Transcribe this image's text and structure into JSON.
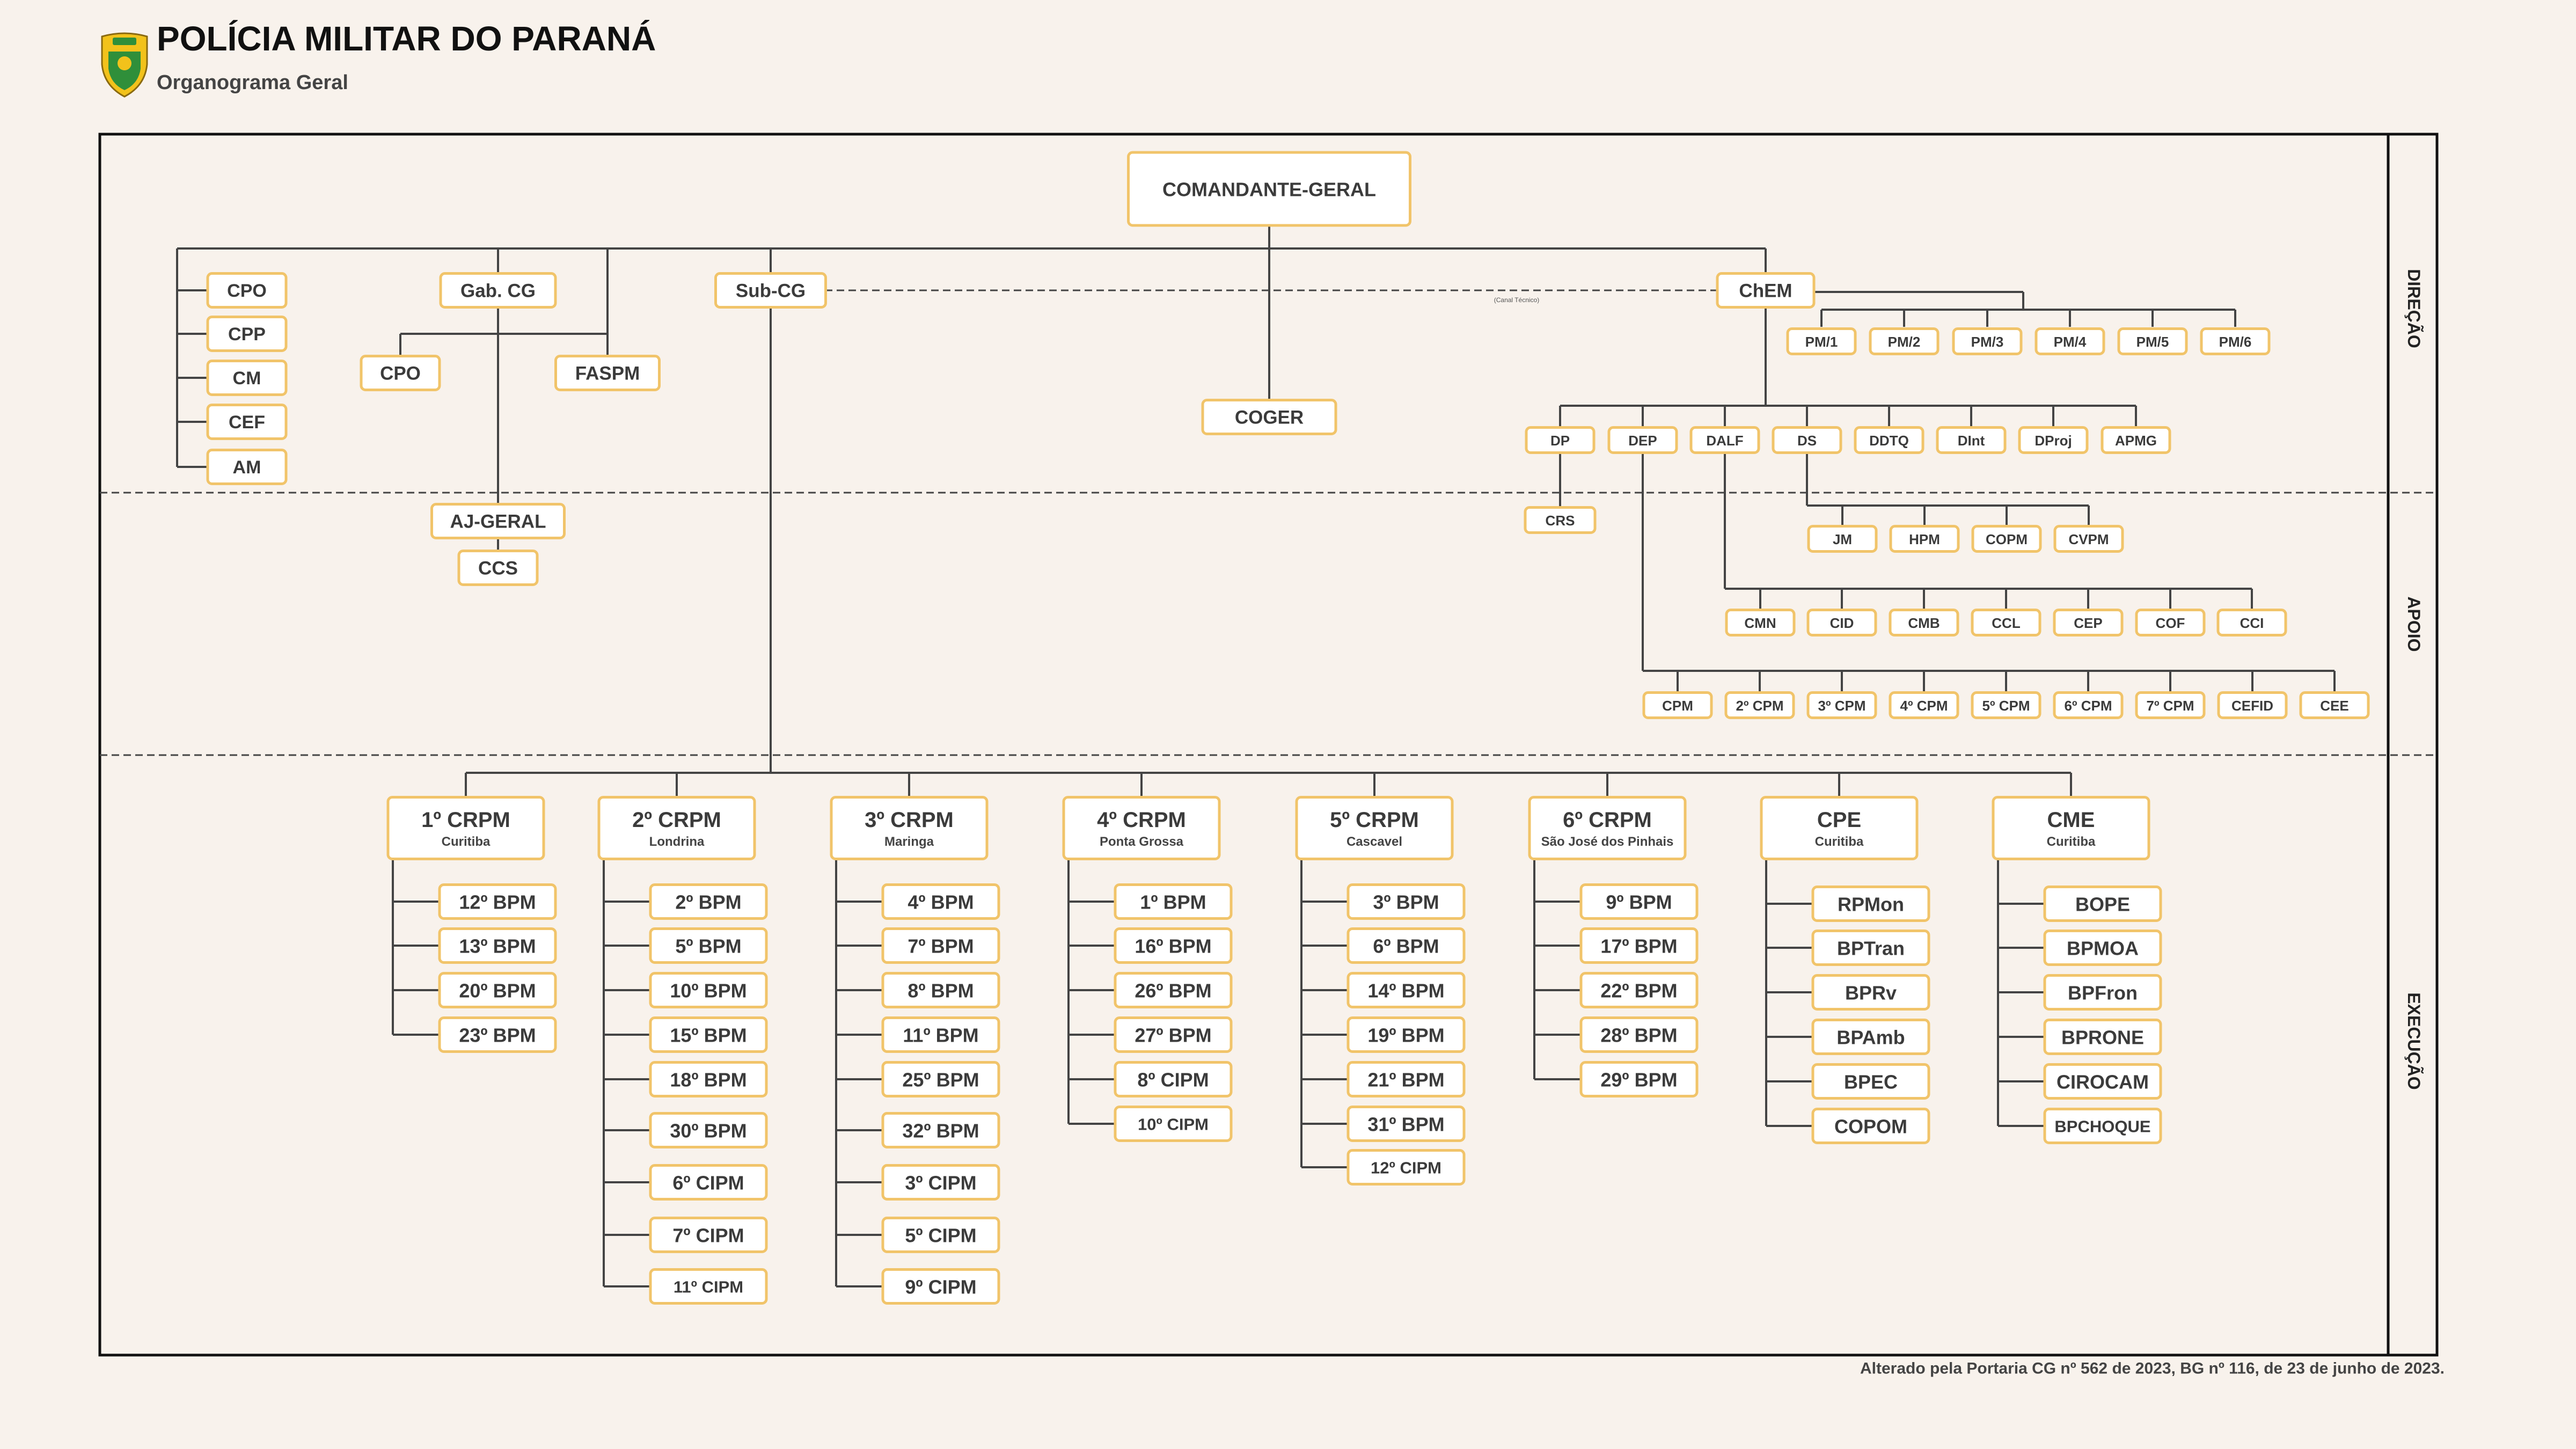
{
  "header": {
    "title": "POLÍCIA MILITAR DO PARANÁ",
    "subtitle": "Organograma Geral",
    "logo_icon": "pmpr-shield-icon"
  },
  "footer": "Alterado pela Portaria CG nº 562 de 2023, BG nº 116, de 23 de junho de 2023.",
  "sections": {
    "direcao": "DIREÇÃO",
    "apoio": "APOIO",
    "execucao": "EXECUÇÃO"
  },
  "canal_tecnico": "(Canal Técnico)",
  "top": {
    "cg": "COMANDANTE-GERAL",
    "gab": "Gab. CG",
    "subcg": "Sub-CG",
    "chem": "ChEM",
    "coger": "COGER",
    "gab_cpo": "CPO",
    "faspm": "FASPM",
    "ajgeral": "AJ-GERAL",
    "ccs": "CCS"
  },
  "left_stack": [
    "CPO",
    "CPP",
    "CM",
    "CEF",
    "AM"
  ],
  "pm_row": [
    "PM/1",
    "PM/2",
    "PM/3",
    "PM/4",
    "PM/5",
    "PM/6"
  ],
  "dir_row": [
    "DP",
    "DEP",
    "DALF",
    "DS",
    "DDTQ",
    "DInt",
    "DProj",
    "APMG"
  ],
  "crs": "CRS",
  "ds_row": [
    "JM",
    "HPM",
    "COPM",
    "CVPM"
  ],
  "dalf_row": [
    "CMN",
    "CID",
    "CMB",
    "CCL",
    "CEP",
    "COF",
    "CCI"
  ],
  "dep_row": [
    "CPM",
    "2º CPM",
    "3º CPM",
    "4º CPM",
    "5º CPM",
    "6º CPM",
    "7º CPM",
    "CEFID",
    "CEE"
  ],
  "commands": [
    {
      "name": "1º CRPM",
      "city": "Curitiba",
      "units": [
        "12º BPM",
        "13º BPM",
        "20º BPM",
        "23º BPM"
      ]
    },
    {
      "name": "2º CRPM",
      "city": "Londrina",
      "units": [
        "2º BPM",
        "5º BPM",
        "10º BPM",
        "15º BPM",
        "18º BPM",
        "30º BPM",
        "6º CIPM",
        "7º CIPM",
        "11º CIPM"
      ]
    },
    {
      "name": "3º CRPM",
      "city": "Maringa",
      "units": [
        "4º BPM",
        "7º BPM",
        "8º BPM",
        "11º BPM",
        "25º BPM",
        "32º BPM",
        "3º CIPM",
        "5º CIPM",
        "9º CIPM"
      ]
    },
    {
      "name": "4º CRPM",
      "city": "Ponta Grossa",
      "units": [
        "1º BPM",
        "16º BPM",
        "26º BPM",
        "27º BPM",
        "8º CIPM",
        "10º CIPM"
      ]
    },
    {
      "name": "5º CRPM",
      "city": "Cascavel",
      "units": [
        "3º BPM",
        "6º BPM",
        "14º BPM",
        "19º BPM",
        "21º BPM",
        "31º BPM",
        "12º CIPM"
      ]
    },
    {
      "name": "6º CRPM",
      "city": "São José dos Pinhais",
      "units": [
        "9º BPM",
        "17º BPM",
        "22º BPM",
        "28º BPM",
        "29º BPM"
      ]
    },
    {
      "name": "CPE",
      "city": "Curitiba",
      "units": [
        "RPMon",
        "BPTran",
        "BPRv",
        "BPAmb",
        "BPEC",
        "COPOM"
      ]
    },
    {
      "name": "CME",
      "city": "Curitiba",
      "units": [
        "BOPE",
        "BPMOA",
        "BPFron",
        "BPRONE",
        "CIROCAM",
        "BPCHOQUE"
      ]
    }
  ]
}
